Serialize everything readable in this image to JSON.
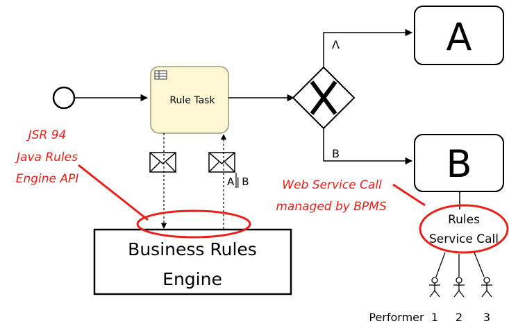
{
  "colors": {
    "accent_red": "#e8201a",
    "task_fill": "#fdf8d3",
    "task_stroke": "#9a9a78",
    "line": "#000000"
  },
  "rule_task": {
    "label": "Rule Task",
    "icon": "table-icon"
  },
  "gateway": {
    "icon": "x-gateway-icon",
    "top_branch_label": "Λ",
    "bottom_branch_label": "B"
  },
  "tasks": {
    "a_label": "A",
    "b_label": "B"
  },
  "engine": {
    "line1": "Business Rules",
    "line2": "Engine"
  },
  "message_label": "A | B",
  "annotations": {
    "jsr": [
      "JSR 94",
      "Java Rules",
      "Engine API"
    ],
    "web_service": [
      "Web Service Call",
      "managed by BPMS"
    ],
    "rules_call": [
      "Rules",
      "Service Call"
    ]
  },
  "performers": {
    "label": "Performer",
    "numbers": [
      "1",
      "2",
      "3"
    ],
    "icon": "performer-icon"
  }
}
